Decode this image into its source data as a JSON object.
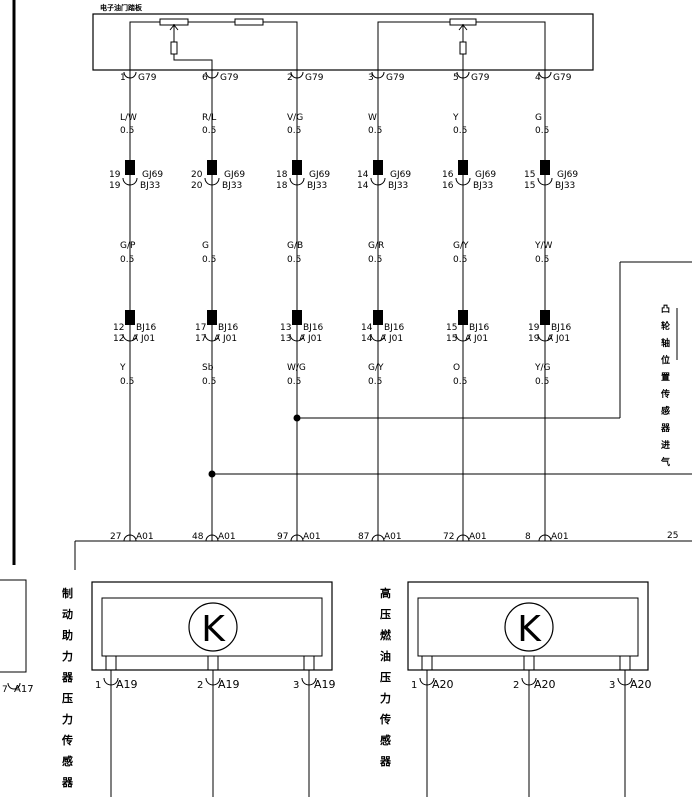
{
  "header": {
    "title": "电子油门踏板"
  },
  "columns": [
    {
      "pin_top": "1",
      "conn_top": "G79",
      "wire_a": "L/W",
      "wire_a_size": "0.5",
      "pin_b": "19",
      "conn_b1": "GJ69",
      "conn_b2": "BJ33",
      "wire_b": "G/P",
      "wire_b_size": "0.5",
      "pin_c": "12",
      "conn_c1": "BJ16",
      "conn_c2": "A J01",
      "wire_c": "Y",
      "wire_c_size": "0.5",
      "pin_bottom": "27",
      "conn_bottom": "A01"
    },
    {
      "pin_top": "6",
      "conn_top": "G79",
      "wire_a": "R/L",
      "wire_a_size": "0.5",
      "pin_b": "20",
      "conn_b1": "GJ69",
      "conn_b2": "BJ33",
      "wire_b": "G",
      "wire_b_size": "0.5",
      "pin_c": "17",
      "conn_c1": "BJ16",
      "conn_c2": "A J01",
      "wire_c": "Sb",
      "wire_c_size": "0.5",
      "pin_bottom": "48",
      "conn_bottom": "A01"
    },
    {
      "pin_top": "2",
      "conn_top": "G79",
      "wire_a": "V/G",
      "wire_a_size": "0.5",
      "pin_b": "18",
      "conn_b1": "GJ69",
      "conn_b2": "BJ33",
      "wire_b": "G/B",
      "wire_b_size": "0.5",
      "pin_c": "13",
      "conn_c1": "BJ16",
      "conn_c2": "A J01",
      "wire_c": "W/G",
      "wire_c_size": "0.5",
      "pin_bottom": "97",
      "conn_bottom": "A01"
    },
    {
      "pin_top": "3",
      "conn_top": "G79",
      "wire_a": "W",
      "wire_a_size": "0.5",
      "pin_b": "14",
      "conn_b1": "GJ69",
      "conn_b2": "BJ33",
      "wire_b": "G/R",
      "wire_b_size": "0.5",
      "pin_c": "14",
      "conn_c1": "BJ16",
      "conn_c2": "A J01",
      "wire_c": "G/Y",
      "wire_c_size": "0.5",
      "pin_bottom": "87",
      "conn_bottom": "A01"
    },
    {
      "pin_top": "5",
      "conn_top": "G79",
      "wire_a": "Y",
      "wire_a_size": "0.5",
      "pin_b": "16",
      "conn_b1": "GJ69",
      "conn_b2": "BJ33",
      "wire_b": "G/Y",
      "wire_b_size": "0.5",
      "pin_c": "15",
      "conn_c1": "BJ16",
      "conn_c2": "A J01",
      "wire_c": "O",
      "wire_c_size": "0.5",
      "pin_bottom": "72",
      "conn_bottom": "A01"
    },
    {
      "pin_top": "4",
      "conn_top": "G79",
      "wire_a": "G",
      "wire_a_size": "0.5",
      "pin_b": "15",
      "conn_b1": "GJ69",
      "conn_b2": "BJ33",
      "wire_b": "Y/W",
      "wire_b_size": "0.5",
      "pin_c": "19",
      "conn_c1": "BJ16",
      "conn_c2": "A J01",
      "wire_c": "Y/G",
      "wire_c_size": "0.5",
      "pin_bottom": "8",
      "conn_bottom": "A01"
    }
  ],
  "edge_pin": "25",
  "right_label": "凸轮轴位置传感器进气",
  "left_edge": {
    "pin": "7",
    "conn": "A17"
  },
  "sensor_left": {
    "label": "制动助力器压力传感器",
    "symbol": "K",
    "pins": [
      {
        "pin": "1",
        "conn": "A19"
      },
      {
        "pin": "2",
        "conn": "A19"
      },
      {
        "pin": "3",
        "conn": "A19"
      }
    ]
  },
  "sensor_right": {
    "label": "高压燃油压力传感器",
    "symbol": "K",
    "pins": [
      {
        "pin": "1",
        "conn": "A20"
      },
      {
        "pin": "2",
        "conn": "A20"
      },
      {
        "pin": "3",
        "conn": "A20"
      }
    ]
  }
}
